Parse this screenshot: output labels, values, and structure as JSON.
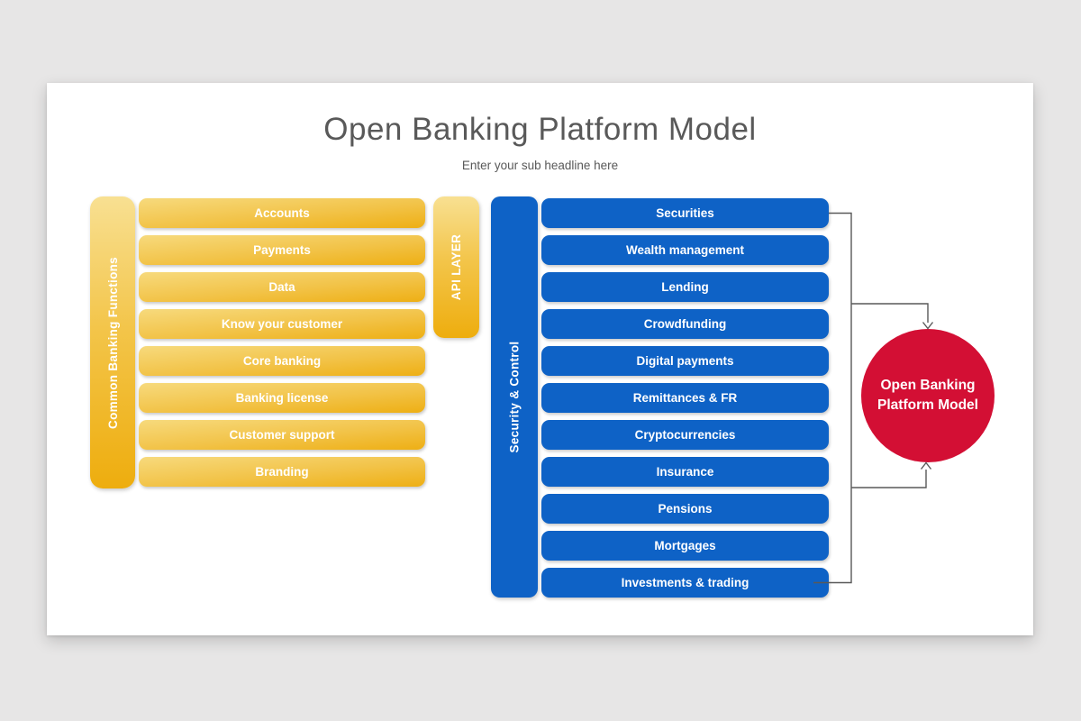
{
  "slide": {
    "title": "Open Banking Platform Model",
    "subtitle": "Enter your sub headline here"
  },
  "left_group": {
    "side_label": "Common Banking Functions",
    "api_label": "API LAYER",
    "rows": [
      "Accounts",
      "Payments",
      "Data",
      "Know your customer",
      "Core banking",
      "Banking license",
      "Customer support",
      "Branding"
    ]
  },
  "right_group": {
    "side_label": "Security & Control",
    "rows": [
      "Securities",
      "Wealth management",
      "Lending",
      "Crowdfunding",
      "Digital payments",
      "Remittances & FR",
      "Cryptocurrencies",
      "Insurance",
      "Pensions",
      "Mortgages",
      "Investments & trading"
    ]
  },
  "hub": {
    "label": "Open Banking Platform Model"
  },
  "colors": {
    "background": "#e7e6e6",
    "slide": "#ffffff",
    "gold_light": "#f8e092",
    "gold_dark": "#eead0e",
    "blue": "#0e62c6",
    "red": "#d30f34",
    "connector_gray": "#595959",
    "title_gray": "#595959"
  }
}
